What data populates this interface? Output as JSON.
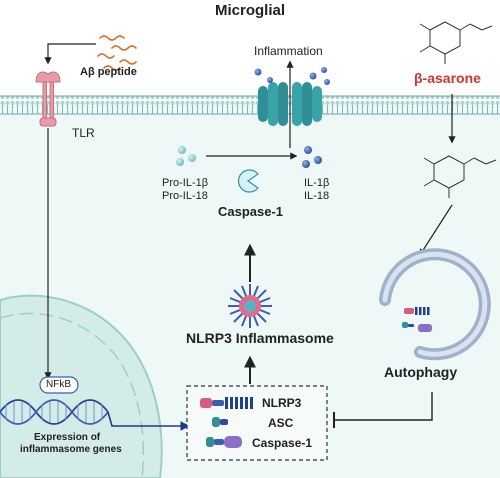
{
  "title": "Microglial",
  "labels": {
    "abeta": "Aβ peptide",
    "tlr": "TLR",
    "inflammation": "Inflammation",
    "asarone": "β-asarone",
    "pro_il1b": "Pro-IL-1β",
    "pro_il18": "Pro-IL-18",
    "caspase1": "Caspase-1",
    "il1b": "IL-1β",
    "il18": "IL-18",
    "inflammasome": "NLRP3 Inflammasome",
    "nfkb": "NFkB",
    "expression_line1": "Expression of",
    "expression_line2": "inflammasome genes",
    "box_nlrp3": "NLRP3",
    "box_asc": "ASC",
    "box_caspase1": "Caspase-1",
    "autophagy": "Autophagy"
  },
  "colors": {
    "membrane": "#a5d4d2",
    "cell_fill": "#eef8f6",
    "nucleus": "#d4ece8",
    "receptor": "#e89aa6",
    "peptide": "#d9772f",
    "molecule": "#3d5db3",
    "asarone_label": "#d0342c",
    "dna_arrow": "#1a3a8a"
  }
}
